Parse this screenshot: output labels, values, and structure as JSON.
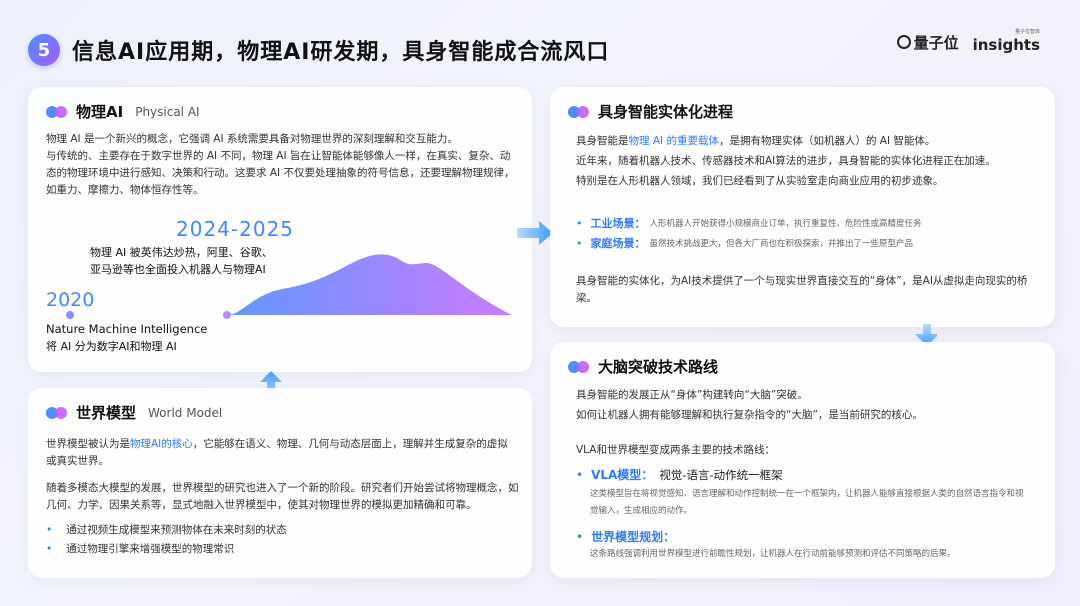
{
  "header": {
    "badge": "5",
    "title": "信息AI应用期，物理AI研发期，具身智能成合流风口"
  },
  "logos": {
    "qbit": "量子位",
    "insights": "insights",
    "insights_small": "量子位智库"
  },
  "physical_ai": {
    "title": "物理AI",
    "subtitle": "Physical AI",
    "p1": "物理 AI 是一个新兴的概念，它强调 AI 系统需要具备对物理世界的深刻理解和交互能力。",
    "p2": "与传统的、主要存在于数字世界的 AI 不同，物理 AI 旨在让智能体能够像人一样，在真实、复杂、动态的物理环境中进行感知、决策和行动。这要求 AI 不仅要处理抽象的符号信息，还要理解物理规律，如重力、摩擦力、物体恒存性等。",
    "timeline": {
      "year_late": "2024-2025",
      "note_late_1": "物理 AI 被英伟达炒热，阿里、谷歌、",
      "note_late_2": "亚马逊等也全面投入机器人与物理AI",
      "year_early": "2020",
      "note_early_1": "Nature Machine Intelligence",
      "note_early_2": "将 AI 分为数字AI和物理 AI"
    }
  },
  "world_model": {
    "title": "世界模型",
    "subtitle": "World Model",
    "p1_pre": "世界模型被认为是",
    "p1_hl": "物理AI的核心",
    "p1_post": "，它能够在语义、物理、几何与动态层面上，理解并生成复杂的虚拟或真实世界。",
    "p2": "随着多模态大模型的发展，世界模型的研究也进入了一个新的阶段。研究者们开始尝试将物理概念，如几何、力学、因果关系等，显式地融入世界模型中，使其对物理世界的模拟更加精确和可靠。",
    "bullets": [
      "通过视频生成模型来预测物体在未来时刻的状态",
      "通过物理引擎来增强模型的物理常识"
    ]
  },
  "embodied": {
    "title": "具身智能实体化进程",
    "p1_pre": "具身智能是",
    "p1_hl": "物理 AI 的重要载体",
    "p1_post": "，是拥有物理实体（如机器人）的 AI 智能体。",
    "p2": "近年来，随着机器人技术、传感器技术和AI算法的进步，具身智能的实体化进程正在加速。",
    "p3": "特别是在人形机器人领域，我们已经看到了从实验室走向商业应用的初步迹象。",
    "bullets": [
      {
        "label": "工业场景：",
        "text": "人形机器人开始获得小规模商业订单，执行重复性、危险性或高精度任务"
      },
      {
        "label": "家庭场景：",
        "text": "虽然技术挑战更大，但各大厂商也在积极探索，并推出了一些原型产品"
      }
    ],
    "p4": "具身智能的实体化，为AI技术提供了一个与现实世界直接交互的“身体”，是AI从虚拟走向现实的桥梁。"
  },
  "brain": {
    "title": "大脑突破技术路线",
    "p1": "具身智能的发展正从“身体”构建转向“大脑”突破。",
    "p2": "如何让机器人拥有能够理解和执行复杂指令的“大脑”，是当前研究的核心。",
    "p3": "VLA和世界模型变成两条主要的技术路线：",
    "routes": [
      {
        "label": "VLA模型：",
        "sub": "视觉-语言-动作统一框架",
        "desc": "这类模型旨在将视觉感知、语言理解和动作控制统一在一个框架内，让机器人能够直接根据人类的自然语言指令和视觉输入，生成相应的动作。"
      },
      {
        "label": "世界模型规划：",
        "sub": "",
        "desc": "这条路线强调利用世界模型进行前瞻性规划，让机器人在行动前能够预测和评估不同策略的后果。"
      }
    ]
  },
  "colors": {
    "accent": "#2d7bff",
    "purple": "#b45cff"
  }
}
